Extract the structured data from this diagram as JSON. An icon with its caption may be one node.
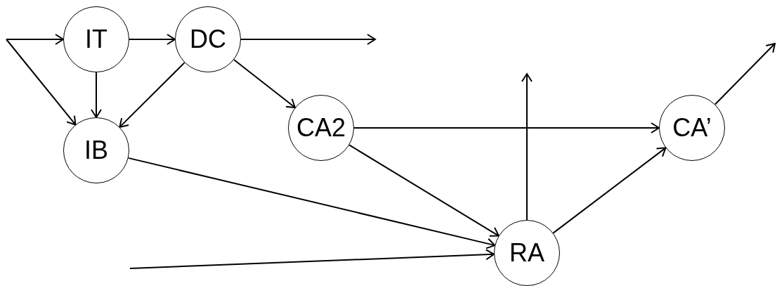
{
  "diagram": {
    "nodes": [
      {
        "text": [
          "IT"
        ]
      },
      {
        "text": [
          "DC"
        ]
      },
      {
        "text": [
          "IB"
        ]
      },
      {
        "text": [
          "CA2"
        ]
      },
      {
        "text": [
          "CA’"
        ]
      },
      {
        "text": [
          "RA"
        ]
      }
    ],
    "edges": [
      {
        "from": null,
        "to": 0,
        "arrow": "to"
      },
      {
        "from": null,
        "to": 2,
        "arrow": "to"
      },
      {
        "from": 0,
        "to": 1,
        "arrow": "to"
      },
      {
        "from": 1,
        "to": null,
        "arrow": "to"
      },
      {
        "from": 0,
        "to": 2,
        "arrow": "to"
      },
      {
        "from": 1,
        "to": 2,
        "arrow": "to"
      },
      {
        "from": 1,
        "to": 3,
        "arrow": "to"
      },
      {
        "from": 3,
        "to": 4,
        "arrow": "to"
      },
      {
        "from": 3,
        "to": 5,
        "arrow": "to"
      },
      {
        "from": 2,
        "to": 5,
        "arrow": "to"
      },
      {
        "from": null,
        "to": 5,
        "arrow": "to"
      },
      {
        "from": 5,
        "to": null,
        "arrow": "to"
      },
      {
        "from": 5,
        "to": 4,
        "arrow": "to"
      },
      {
        "from": 4,
        "to": null,
        "arrow": "to"
      }
    ]
  }
}
